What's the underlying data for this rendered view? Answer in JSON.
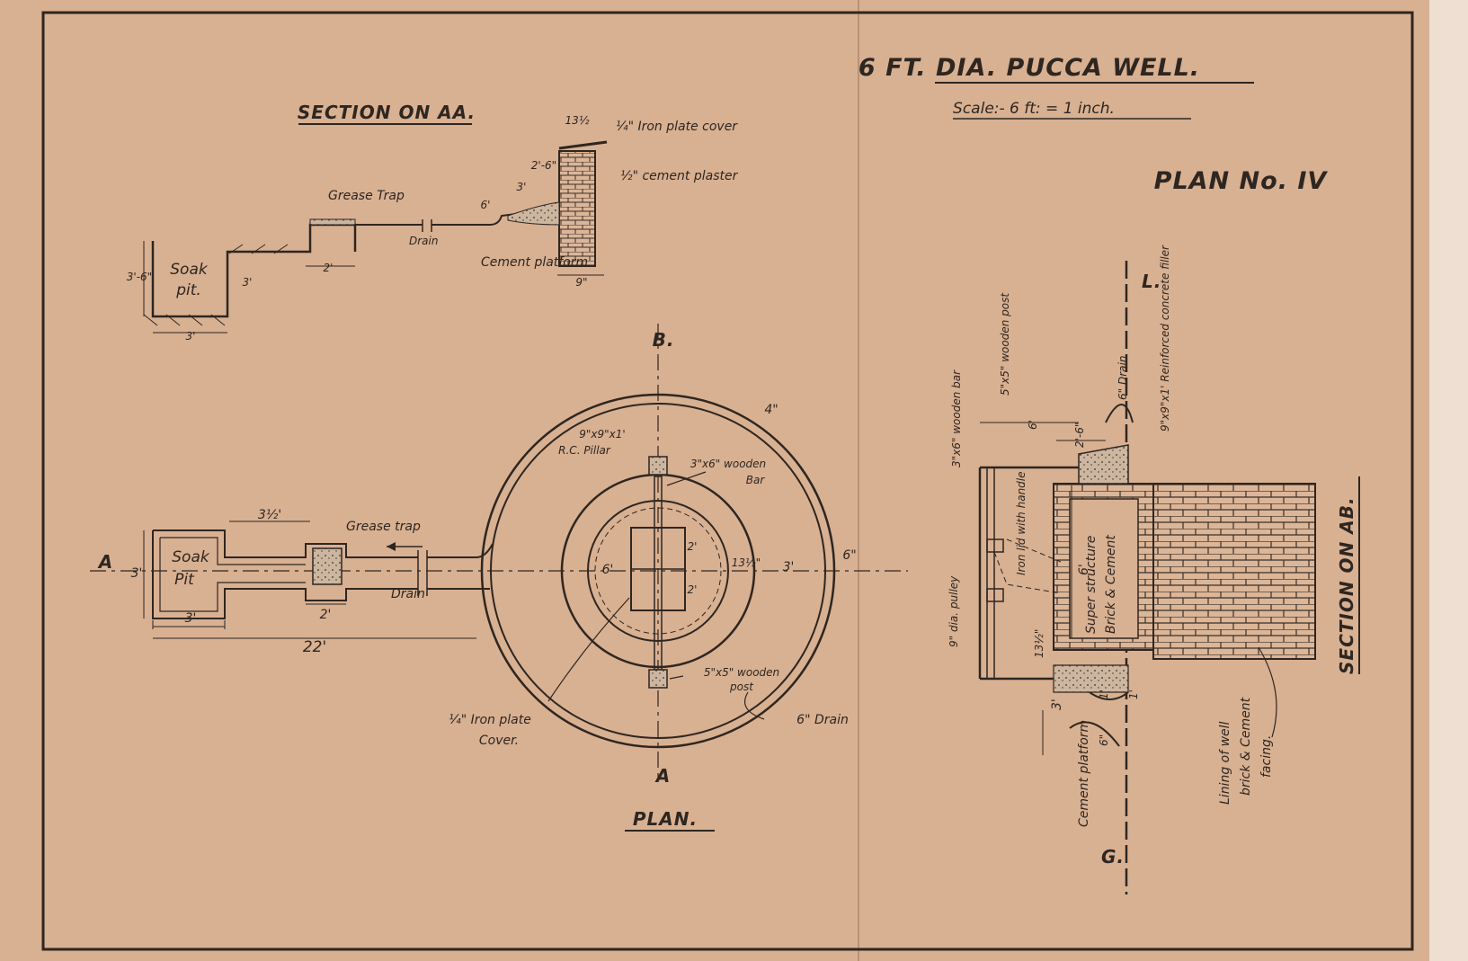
{
  "title": "6 FT. DIA. PUCCA WELL.",
  "scale": "Scale:- 6 ft: = 1 inch.",
  "plan_no": "PLAN No. IV",
  "section_aa": {
    "heading": "SECTION ON AA.",
    "labels": {
      "iron_cover": "¼\" Iron plate cover",
      "cement_plaster": "½\" cement plaster",
      "grease_trap": "Grease Trap",
      "drain": "Drain",
      "cement_platform": "Cement platform",
      "soak_pit_1": "Soak",
      "soak_pit_2": "pit."
    },
    "dims": {
      "d13_half": "13½",
      "d2_6": "2'-6\"",
      "d3": "3'",
      "d6": "6'",
      "d9": "9\"",
      "d3_6": "3'-6\"",
      "d3b": "3'",
      "d3c": "3'",
      "d2": "2'"
    }
  },
  "plan": {
    "heading": "PLAN.",
    "labels": {
      "A": "A",
      "B": "B.",
      "A_bottom": "A",
      "soak_pit_1": "Soak",
      "soak_pit_2": "Pit",
      "grease_trap": "Grease trap",
      "drain": "Drain",
      "rc_pillar_1": "9\"x9\"x1'",
      "rc_pillar_2": "R.C. Pillar",
      "wooden_bar_1": "3\"x6\" wooden",
      "wooden_bar_2": "Bar",
      "wooden_post_1": "5\"x5\" wooden",
      "wooden_post_2": "post",
      "iron_cover_1": "¼\" Iron plate",
      "iron_cover_2": "Cover.",
      "drain6": "6\" Drain"
    },
    "dims": {
      "d3_half": "3½'",
      "d3": "3'",
      "d2": "2'",
      "d3b": "3'",
      "d22": "22'",
      "d4": "4\"",
      "d6": "6'",
      "d2a": "2'",
      "d2b": "2'",
      "d13_half": "13½\"",
      "d3c": "3'",
      "d6b": "6\""
    }
  },
  "section_ab": {
    "heading": "SECTION ON AB.",
    "labels": {
      "L": "L.",
      "G": "G.",
      "wooden_post": "5\"x5\" wooden post",
      "wooden_bar": "3\"x6\" wooden bar",
      "drain6": "6\" Drain",
      "rc_filler": "9\"x9\"x1' Reinforced concrete filler",
      "iron_lid": "Iron lid with handle",
      "superstructure_1": "Super structure",
      "superstructure_2": "Brick & Cement",
      "pulley": "9\" dia. pulley",
      "cement_platform": "Cement platform",
      "lining_1": "Lining of well",
      "lining_2": "brick & Cement",
      "lining_3": "facing."
    },
    "dims": {
      "d6": "6'",
      "d2_6": "2'-6\"",
      "d6b": "6'",
      "d13_half": "13½\"",
      "d3": "3'",
      "d6c": "6\"",
      "d1": "1'",
      "d1b": "1'"
    }
  },
  "colors": {
    "paper": "#d8b092",
    "ink": "#2e2620"
  }
}
